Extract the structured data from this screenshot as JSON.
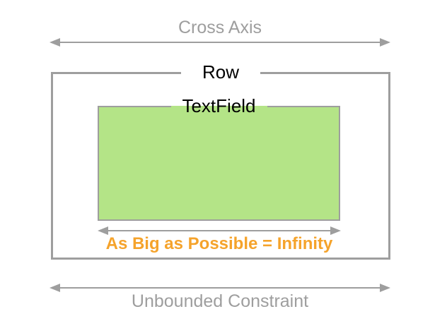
{
  "diagram": {
    "cross_axis_label": "Cross Axis",
    "row_label": "Row",
    "textfield_label": "TextField",
    "constraint_label": "As Big as Possible = Infinity",
    "unbounded_label": "Unbounded Constraint"
  },
  "colors": {
    "gray": "#9e9e9e",
    "label_gray": "#9e9e9e",
    "black": "#000000",
    "orange": "#f5a32b",
    "green_fill": "#b4e487",
    "background": "#ffffff"
  }
}
